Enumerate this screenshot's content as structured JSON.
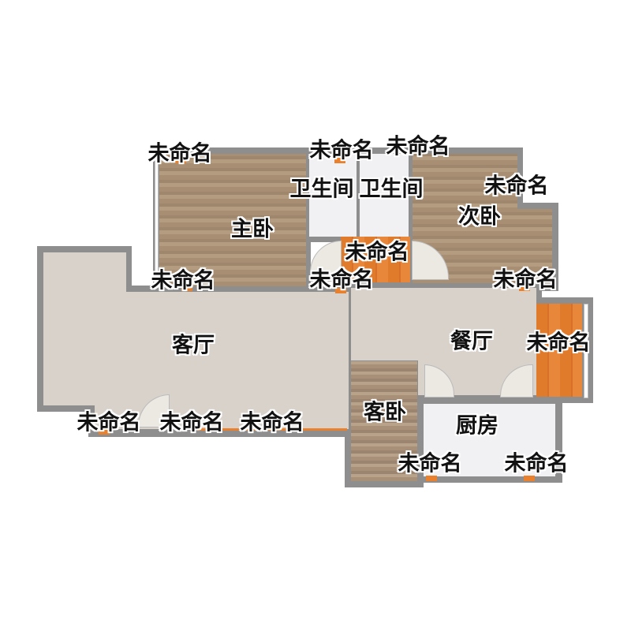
{
  "rooms": {
    "master_bedroom": "主卧",
    "bathroom_1": "卫生间",
    "bathroom_2": "卫生间",
    "second_bedroom": "次卧",
    "living_room": "客厅",
    "dining_room": "餐厅",
    "guest_bedroom": "客卧",
    "kitchen": "厨房"
  },
  "unnamed": [
    "未命名",
    "未命名",
    "未命名",
    "未命名",
    "未命名",
    "未命名",
    "未命名",
    "未命名",
    "未命名",
    "未命名",
    "未命名",
    "未命名",
    "未命名",
    "未命名"
  ]
}
